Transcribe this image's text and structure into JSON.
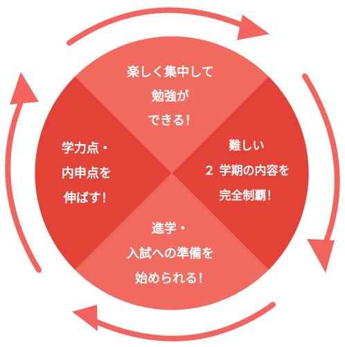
{
  "colors": {
    "arrow": "#f3645f",
    "quadrant_top": "#f16a5f",
    "quadrant_right": "#e34336",
    "quadrant_bottom": "#f16a5f",
    "quadrant_left": "#e34336",
    "text": "#ffffff"
  },
  "quadrants": {
    "top": {
      "lines": [
        "楽しく集中して",
        "勉強が",
        "できる！"
      ]
    },
    "right": {
      "lines": [
        "難しい",
        "２ 学期の内容を",
        "完全制覇！"
      ]
    },
    "bottom": {
      "lines": [
        "進学・",
        "入試への準備を",
        "始められる！"
      ]
    },
    "left": {
      "lines": [
        "学力点・",
        "内申点を",
        "伸ばす！"
      ]
    }
  }
}
